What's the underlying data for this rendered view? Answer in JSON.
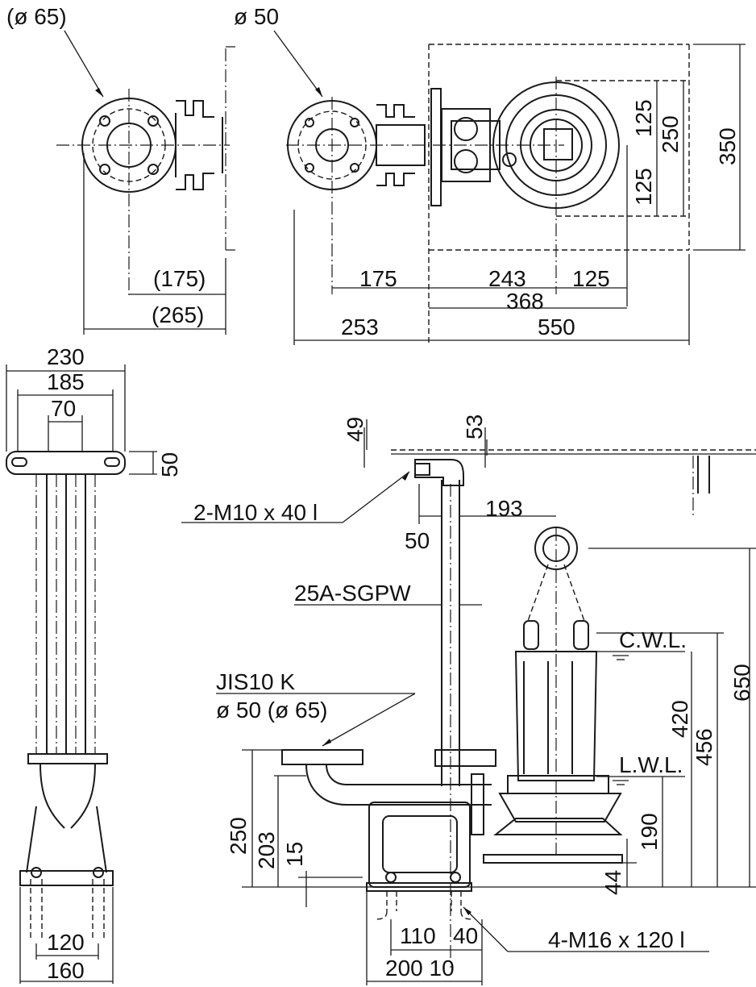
{
  "colors": {
    "ink": "#1a1a1a",
    "background": "#ffffff"
  },
  "dimensions": {
    "top_left_flange": "(ø 65)",
    "top_flange": "ø 50",
    "d_175_paren": "(175)",
    "d_265_paren": "(265)",
    "d_175": "175",
    "d_243": "243",
    "d_125_h": "125",
    "d_368": "368",
    "d_253": "253",
    "d_550": "550",
    "d_125_a": "125",
    "d_250": "250",
    "d_125_b": "125",
    "d_350": "350",
    "d_230": "230",
    "d_185": "185",
    "d_70": "70",
    "d_50_side": "50",
    "d_120": "120",
    "d_160": "160",
    "d_49": "49",
    "d_53": "53",
    "d_193": "193",
    "d_50_guide": "50",
    "d_250_v": "250",
    "d_203": "203",
    "d_15": "15",
    "d_420": "420",
    "d_456": "456",
    "d_650": "650",
    "d_190": "190",
    "d_44": "44",
    "d_110": "110",
    "d_40": "40",
    "d_200_10": "200 10"
  },
  "labels": {
    "bolt_bracket": "2-M10 x 40 l",
    "guide_pipe": "25A-SGPW",
    "flange_std": "JIS10 K",
    "flange_size": "ø 50 (ø 65)",
    "cwl": "C.W.L.",
    "lwl": "L.W.L.",
    "anchor_bolts": "4-M16 x 120 l"
  }
}
